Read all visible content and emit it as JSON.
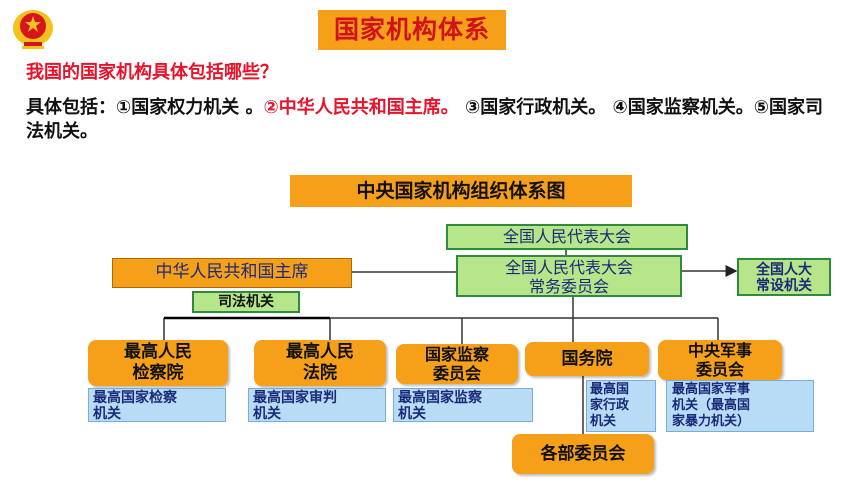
{
  "header": {
    "title": "国家机构体系"
  },
  "question": "我国的国家机构具体包括哪些？",
  "answer": {
    "prefix": "具体包括：①国家权力机关 。",
    "highlight": "②中华人民共和国主席。",
    "rest": " ③国家行政机关。 ④国家监察机关。⑤国家司法机关。"
  },
  "diagram": {
    "title": "中央国家机构组织体系图",
    "npc": "全国人民代表大会",
    "npc_standing_line1": "全国人民代表大会",
    "npc_standing_line2": "常务委员会",
    "special_committees_line1": "全国人大",
    "special_committees_line2": "常设机关",
    "president": "中华人民共和国主席",
    "judicial_label": "司法机关",
    "procuratorate_line1": "最高人民",
    "procuratorate_line2": "检察院",
    "procuratorate_note_line1": "最高国家检察",
    "procuratorate_note_line2": "机关",
    "court_line1": "最高人民",
    "court_line2": "法院",
    "court_note_line1": "最高国家审判",
    "court_note_line2": "机关",
    "supervision_line1": "国家监察",
    "supervision_line2": "委员会",
    "supervision_note": "最高国家监察",
    "supervision_note_line2": "机关",
    "state_council": "国务院",
    "state_council_note_line1": "最高国",
    "state_council_note_line2": "家行政",
    "state_council_note_line3": "机关",
    "military_line1": "中央军事",
    "military_line2": "委员会",
    "military_note_line1": "最高国家军事",
    "military_note_line2": "机关（最高国",
    "military_note_line3": "家暴力机关）",
    "ministries": "各部委员会"
  },
  "colors": {
    "accent_orange": "#f6a01a",
    "title_red": "#d0121b",
    "highlight_red": "#e8122a",
    "green_fill": "#b7e68a",
    "blue_fill": "#b8dcf5"
  }
}
